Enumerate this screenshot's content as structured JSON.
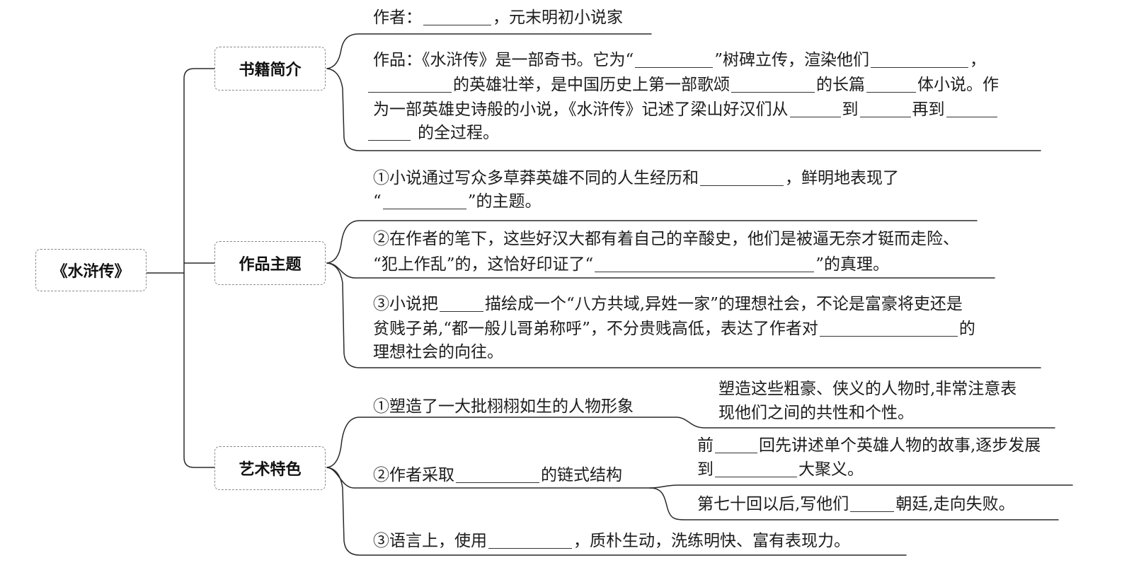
{
  "root": {
    "label": "《水浒传》"
  },
  "branches": [
    {
      "label": "书籍简介",
      "items": [
        {
          "lines": [
            [
              "作者：",
              "，元末明初小说家"
            ]
          ]
        },
        {
          "lines": [
            [
              "作品：《水浒传》是一部奇书。它为“",
              "”树碑立传，渲染他们",
              "，"
            ],
            [
              "的英雄壮举，是中国历史上第一部歌颂",
              "的长篇",
              "体小说。作"
            ],
            [
              "为一部英雄史诗般的小说，《水浒传》记述了梁山好汉们从",
              "到",
              "再到"
            ],
            [
              "的全过程。"
            ]
          ]
        }
      ]
    },
    {
      "label": "作品主题",
      "items": [
        {
          "lines": [
            [
              "①小说通过写众多草莽英雄不同的人生经历和",
              "，鲜明地表现了"
            ],
            [
              "“",
              "”的主题。"
            ]
          ]
        },
        {
          "lines": [
            [
              "②在作者的笔下，这些好汉大都有着自己的辛酸史，他们是被逼无奈才铤而走险、"
            ],
            [
              "“犯上作乱”的，这恰好印证了“",
              "”的真理。"
            ]
          ]
        },
        {
          "lines": [
            [
              "③小说把",
              "描绘成一个“八方共域,异姓一家”的理想社会，不论是富豪将吏还是"
            ],
            [
              "贫贱子弟,“都一般儿哥弟称呼”，不分贵贱高低，表达了作者对",
              "的"
            ],
            [
              "理想社会的向往。"
            ]
          ]
        }
      ]
    },
    {
      "label": "艺术特色",
      "items": [
        {
          "lines": [
            [
              "①塑造了一大批栩栩如生的人物形象"
            ]
          ],
          "details": [
            {
              "lines": [
                [
                  "塑造这些粗豪、侠义的人物时,非常注意表"
                ],
                [
                  "现他们之间的共性和个性。"
                ]
              ]
            }
          ]
        },
        {
          "lines": [
            [
              "②作者采取",
              "的链式结构"
            ]
          ],
          "details": [
            {
              "lines": [
                [
                  "前",
                  "回先讲述单个英雄人物的故事,逐步发展"
                ],
                [
                  "到",
                  "大聚义。"
                ]
              ]
            },
            {
              "lines": [
                [
                  "第七十回以后,写他们",
                  "朝廷,走向失败。"
                ]
              ]
            }
          ]
        },
        {
          "lines": [
            [
              "③语言上，使用",
              "，质朴生动，洗练明快、富有表现力。"
            ]
          ]
        }
      ]
    }
  ]
}
